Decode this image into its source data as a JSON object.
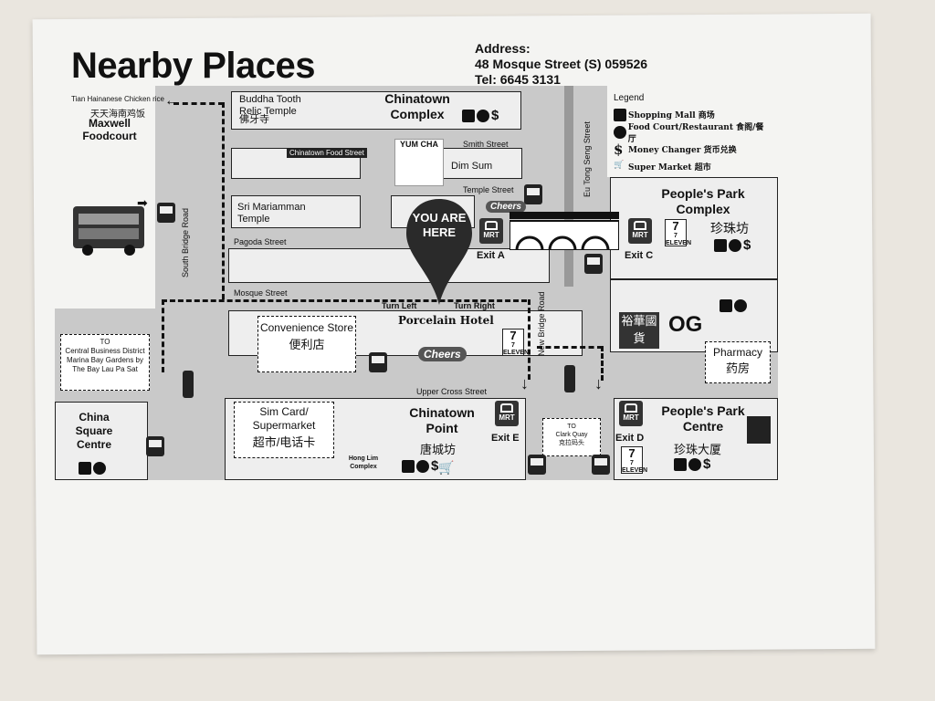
{
  "title": "Nearby Places",
  "address": {
    "line1": "Address:",
    "line2": "48 Mosque Street (S) 059526",
    "line3": "Tel: 6645 3131"
  },
  "legend": {
    "heading": "Legend",
    "items": [
      {
        "icon": "shopping-bag-icon",
        "label": "Shopping Mall 商场"
      },
      {
        "icon": "plate-icon",
        "label": "Food Court/Restaurant 食阁/餐厅"
      },
      {
        "icon": "dollar-icon",
        "label": "Money Changer 货币兑换"
      },
      {
        "icon": "cart-icon",
        "label": "Super Market 超市"
      }
    ]
  },
  "places": {
    "maxwell_small": "Tian Hainanese Chicken rice",
    "maxwell_cn": "天天海南鸡饭",
    "maxwell": "Maxwell Foodcourt",
    "buddha": "Buddha Tooth Relic Temple",
    "buddha_cn": "佛牙寺",
    "food_street": "Chinatown Food Street",
    "chinatown_complex": "Chinatown Complex",
    "dim_sum": "Dim Sum",
    "yumcha": "YUM CHA",
    "sri": "Sri Mariamman Temple",
    "you_are_here": "YOU ARE HERE",
    "cheers": "Cheers",
    "peoples_park_complex": "People's Park Complex",
    "ppc_cn": "珍珠坊",
    "porcelain": "Porcelain Hotel",
    "convenience": "Convenience Store",
    "convenience_cn": "便利店",
    "og": "OG",
    "pharmacy": "Pharmacy",
    "pharmacy_cn": "药房",
    "cbd_to": "TO",
    "cbd": "Central Business District Marina Bay Gardens by The Bay Lau Pa Sat",
    "china_square": "China Square Centre",
    "simcard": "Sim Card/ Supermarket",
    "simcard_cn": "超市/电话卡",
    "hong_lim": "Hong Lim Complex",
    "chinatown_point": "Chinatown Point",
    "ctp_cn": "唐城坊",
    "clark_to": "TO",
    "clark": "Clark Quay",
    "clark_cn": "克拉码头",
    "ppc_centre": "People's Park Centre",
    "ppcentre_cn": "珍珠大厦",
    "yue_hwa": "裕華國貨"
  },
  "streets": {
    "smith": "Smith Street",
    "temple": "Temple Street",
    "pagoda": "Pagoda Street",
    "mosque": "Mosque Street",
    "upper_cross": "Upper Cross Street",
    "south_bridge": "South Bridge Road",
    "new_bridge": "New Bridge Road",
    "eu_tong_seng": "Eu Tong Seng Street",
    "turn_left": "Turn Left",
    "turn_right": "Turn Right"
  },
  "mrt": {
    "label": "MRT",
    "exit_a": "Exit A",
    "exit_c": "Exit C",
    "exit_e": "Exit E",
    "exit_d": "Exit D"
  },
  "seven_eleven": "7 ELEVEN"
}
